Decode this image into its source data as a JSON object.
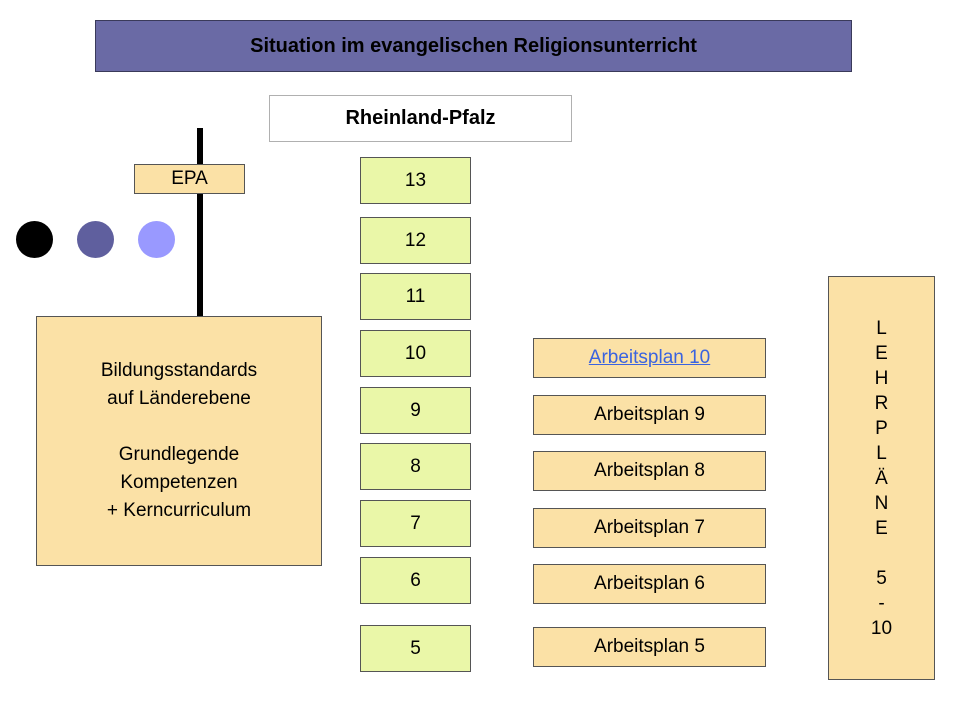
{
  "title": "Situation im evangelischen Religionsunterricht",
  "region": "Rheinland-Pfalz",
  "epa": "EPA",
  "standards": {
    "line1": "Bildungsstandards",
    "line2": "auf Länderebene",
    "line3": "Grundlegende",
    "line4": "Kompetenzen",
    "line5": "+ Kerncurriculum"
  },
  "grades": [
    "13",
    "12",
    "11",
    "10",
    "9",
    "8",
    "7",
    "6",
    "5"
  ],
  "plans": [
    "Arbeitsplan 10",
    "Arbeitsplan 9",
    "Arbeitsplan 8",
    "Arbeitsplan 7",
    "Arbeitsplan 6",
    "Arbeitsplan 5"
  ],
  "lehrplaene": {
    "letters": [
      "L",
      "E",
      "H",
      "R",
      "P",
      "L",
      "Ä",
      "N",
      "E"
    ],
    "range": [
      "5",
      "-",
      "10"
    ]
  },
  "colors": {
    "title_bg": "#6a6aa5",
    "box_bg": "#fbe1a6",
    "grade_bg": "#eaf7a8",
    "dot_black": "#000000",
    "dot_dark_blue": "#5f5f9e",
    "dot_light_blue": "#9999ff",
    "link": "#3a63e0"
  }
}
